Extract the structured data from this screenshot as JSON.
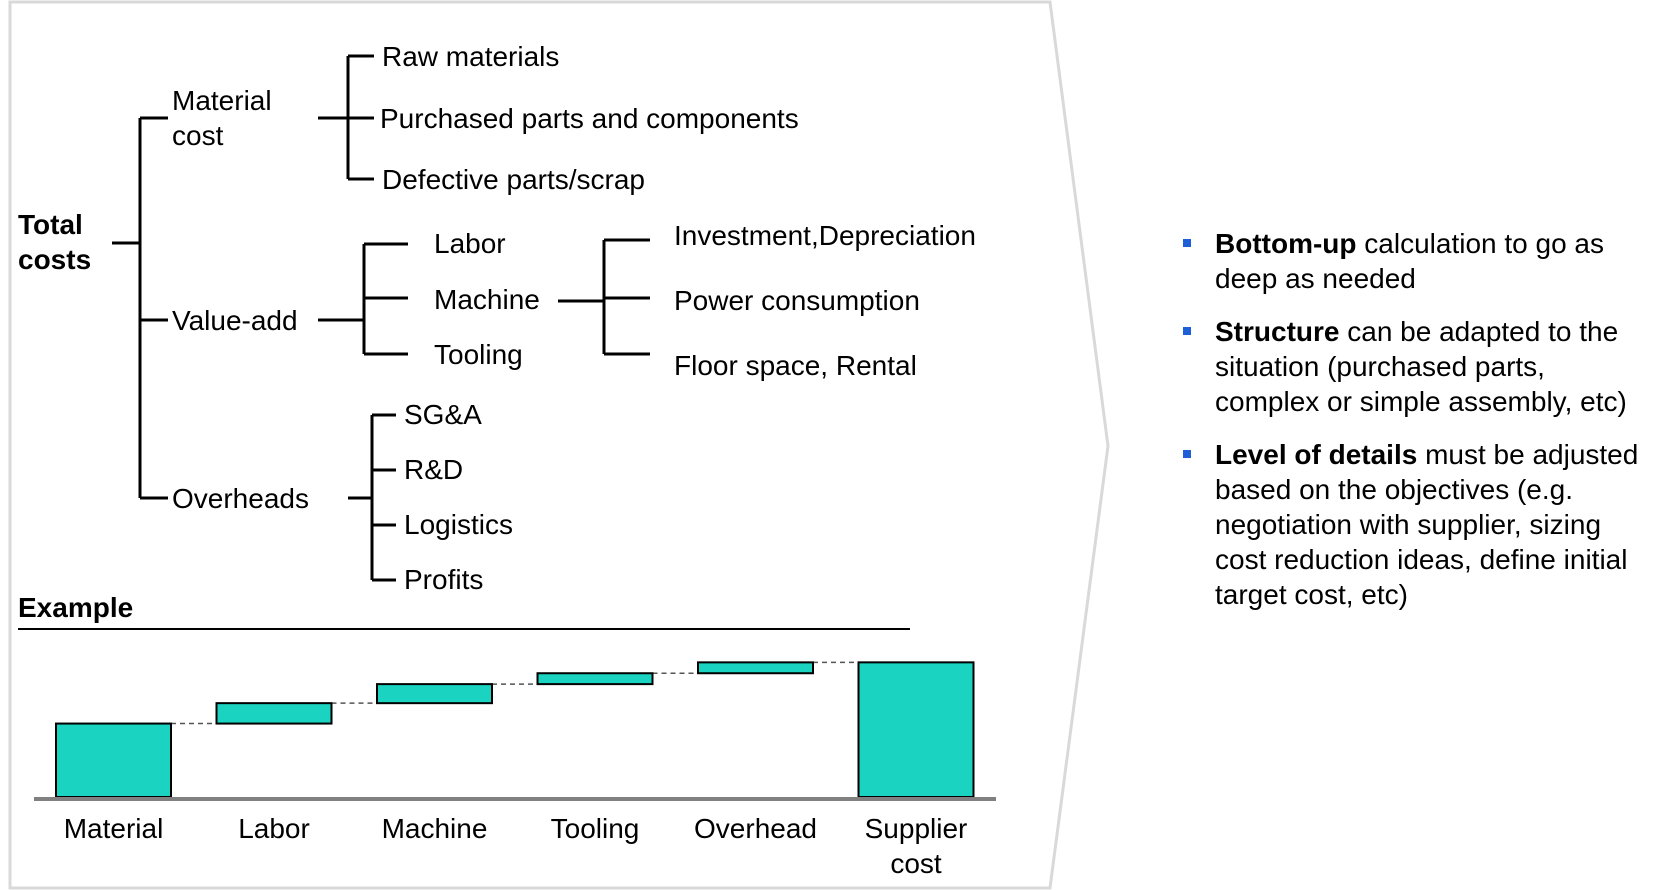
{
  "colors": {
    "accent": "#1ad4c1",
    "bullet": "#1f5fd6",
    "frame": "#d9d9d9",
    "baseline": "#808080"
  },
  "tree": {
    "root": [
      "Total",
      "costs"
    ],
    "material_cost": [
      "Material",
      "cost"
    ],
    "material_items": [
      "Raw materials",
      "Purchased parts and components",
      "Defective parts/scrap"
    ],
    "value_add": "Value-add",
    "value_add_items": [
      "Labor",
      "Machine",
      "Tooling"
    ],
    "machine_items": [
      "Investment,Depreciation",
      "Power consumption",
      "Floor space, Rental"
    ],
    "overheads": "Overheads",
    "overhead_items": [
      "SG&A",
      "R&D",
      "Logistics",
      "Profits"
    ]
  },
  "example_heading": "Example",
  "chart_data": {
    "type": "waterfall",
    "categories": [
      "Material",
      "Labor",
      "Machine",
      "Tooling",
      "Overhead",
      "Supplier cost"
    ],
    "category_lines": [
      [
        "Material"
      ],
      [
        "Labor"
      ],
      [
        "Machine"
      ],
      [
        "Tooling"
      ],
      [
        "Overhead"
      ],
      [
        "Supplier",
        "cost"
      ]
    ],
    "values": [
      54,
      15,
      14,
      8,
      8,
      99
    ],
    "kinds": [
      "start",
      "delta",
      "delta",
      "delta",
      "delta",
      "total"
    ],
    "ylim": [
      0,
      100
    ]
  },
  "bullets": [
    {
      "bold": "Bottom-up",
      "text": " calculation to go as deep as needed"
    },
    {
      "bold": "Structure",
      "text": " can be adapted to the situation (purchased parts, complex or simple assembly, etc)"
    },
    {
      "bold": "Level of details",
      "text": " must be adjusted based on the objectives (e.g. negotiation with supplier, sizing cost reduction ideas, define initial target cost, etc)"
    }
  ]
}
